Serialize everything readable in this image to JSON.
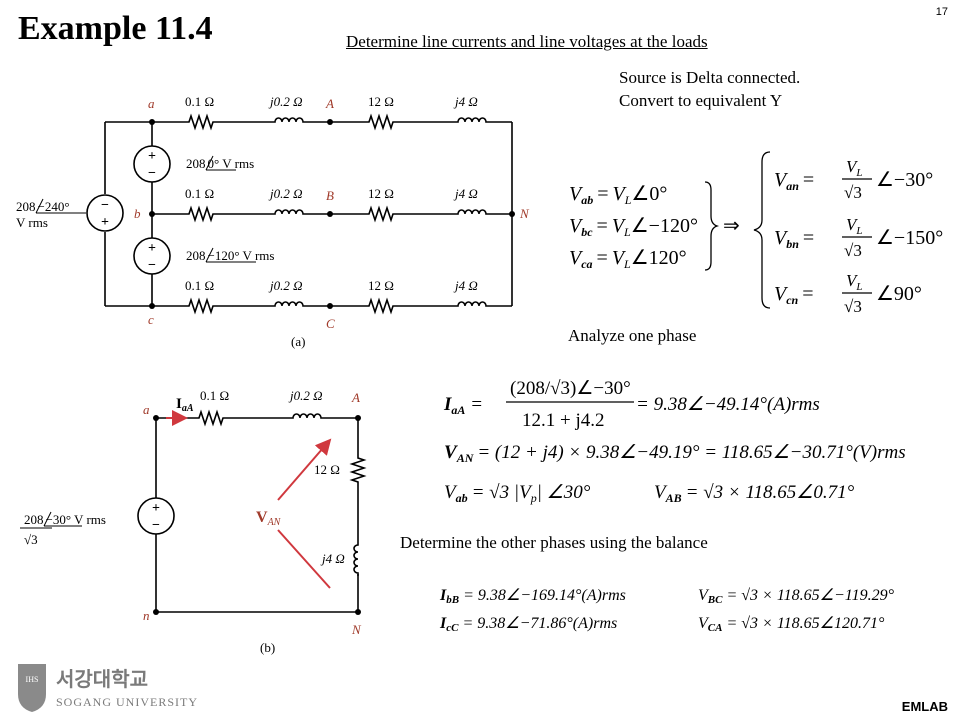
{
  "slide": {
    "title": "Example 11.4",
    "page_number": "17",
    "task": "Determine line currents and line voltages at the loads",
    "note_line1": "Source is Delta connected.",
    "note_line2": "Convert to equivalent Y",
    "analyze_label": "Analyze one phase",
    "balance_label": "Determine the other phases using the balance",
    "footer_lab": "EMLAB"
  },
  "university": {
    "emblem_text": "IHS",
    "name_korean": "서강대학교",
    "name_english": "SOGANG UNIVERSITY"
  },
  "circuit_a": {
    "caption": "(a)",
    "node_a": "a",
    "node_b": "b",
    "node_c": "c",
    "node_A": "A",
    "node_B": "B",
    "node_C": "C",
    "node_N": "N",
    "line_r": "0.1 Ω",
    "line_x": "j0.2 Ω",
    "load_r": "12 Ω",
    "load_x": "j4 Ω",
    "src_ab_mag": "208",
    "src_ab_ang": "0°",
    "src_ab_unit": " V rms",
    "src_bc_mag": "208",
    "src_bc_ang": "−120°",
    "src_bc_unit": " V rms",
    "src_ca_mag": "208",
    "src_ca_ang": "−240°",
    "src_ca_unit": "V rms",
    "plus": "+",
    "minus": "−"
  },
  "circuit_b": {
    "caption": "(b)",
    "node_a": "a",
    "node_A": "A",
    "node_n": "n",
    "node_N": "N",
    "line_r": "0.1 Ω",
    "line_x": "j0.2 Ω",
    "load_r": "12 Ω",
    "load_x": "j4 Ω",
    "current_main": "I",
    "current_sub": "aA",
    "voltage_main": "V",
    "voltage_sub": "AN",
    "src_num": "208",
    "src_ang": "−30°",
    "src_unit": " V rms",
    "src_den": "√3",
    "plus": "+",
    "minus": "−"
  },
  "eq_delta": {
    "row1_lhs": "V",
    "row1_lhs_sub": "ab",
    "row1_rhs": "V",
    "row1_rhs_sub": "L",
    "row1_ang": "∠0°",
    "row2_lhs": "V",
    "row2_lhs_sub": "bc",
    "row2_rhs": "V",
    "row2_rhs_sub": "L",
    "row2_ang": "∠−120°",
    "row3_lhs": "V",
    "row3_lhs_sub": "ca",
    "row3_rhs": "V",
    "row3_rhs_sub": "L",
    "row3_ang": "∠120°",
    "equals": "=",
    "arrow": "⇒"
  },
  "eq_wye": {
    "row1_lhs_sub": "an",
    "row1_ang": "∠−30°",
    "row2_lhs_sub": "bn",
    "row2_ang": "∠−150°",
    "row3_lhs_sub": "cn",
    "row3_ang": "∠90°",
    "lhs": "V",
    "num": "V",
    "num_sub": "L",
    "den": "√3",
    "equals": "="
  },
  "eq_phase": {
    "i_main": "I",
    "i_sub": "aA",
    "i_num": "(208/√3)∠−30°",
    "i_den": "12.1 + j4.2",
    "i_rhs": "= 9.38∠−49.14°(A)rms",
    "v_main": "V",
    "v_sub": "AN",
    "v_rhs": "= (12 + j4) × 9.38∠−49.19° = 118.65∠−30.71°(V)rms",
    "vab_main": "V",
    "vab_sub": "ab",
    "vab_rhs": "= √3 |V",
    "vab_rhs_sub": "p",
    "vab_rhs_tail": "| ∠30°",
    "vAB_main": "V",
    "vAB_sub": "AB",
    "vAB_rhs": "= √3 × 118.65∠0.71°",
    "equals": "="
  },
  "eq_other": {
    "ibB_main": "I",
    "ibB_sub": "bB",
    "ibB_rhs": "= 9.38∠−169.14°(A)rms",
    "icC_main": "I",
    "icC_sub": "cC",
    "icC_rhs": "= 9.38∠−71.86°(A)rms",
    "vBC_main": "V",
    "vBC_sub": "BC",
    "vBC_rhs": "= √3 × 118.65∠−119.29°",
    "vCA_main": "V",
    "vCA_sub": "CA",
    "vCA_rhs": "= √3 × 118.65∠120.71°"
  },
  "colors": {
    "circuit": "#000000",
    "node_label": "#a03a2a",
    "voltage_arrow": "#d0383e",
    "current_arrow": "#d0383e",
    "logo": "#8a8a8a"
  },
  "icons": {
    "resistor": "resistor-icon",
    "inductor": "inductor-icon",
    "voltage_source": "voltage-source-icon",
    "node": "node-dot-icon"
  }
}
